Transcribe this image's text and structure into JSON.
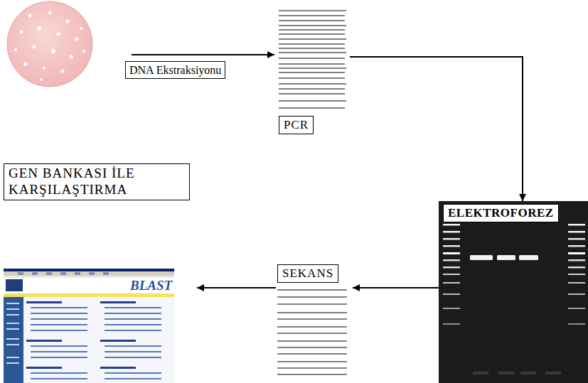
{
  "diagram": {
    "nodes": [
      {
        "text": [
          "PCR"
        ]
      },
      {
        "text": [
          "ELEKTROFOREZ"
        ]
      },
      {
        "text": [
          "SEKANS"
        ]
      },
      {
        "text": [
          "GEN BANKASI İLE KARŞILAŞTIRMA"
        ]
      }
    ],
    "edges": [
      {
        "from": 0,
        "to": 1,
        "arrow": "to"
      },
      {
        "from": 1,
        "to": 2,
        "arrow": "to"
      },
      {
        "from": 2,
        "to": 3,
        "arrow": "to"
      }
    ],
    "labels": [
      "DNA Ekstraksiyonu",
      "BLAST"
    ]
  }
}
